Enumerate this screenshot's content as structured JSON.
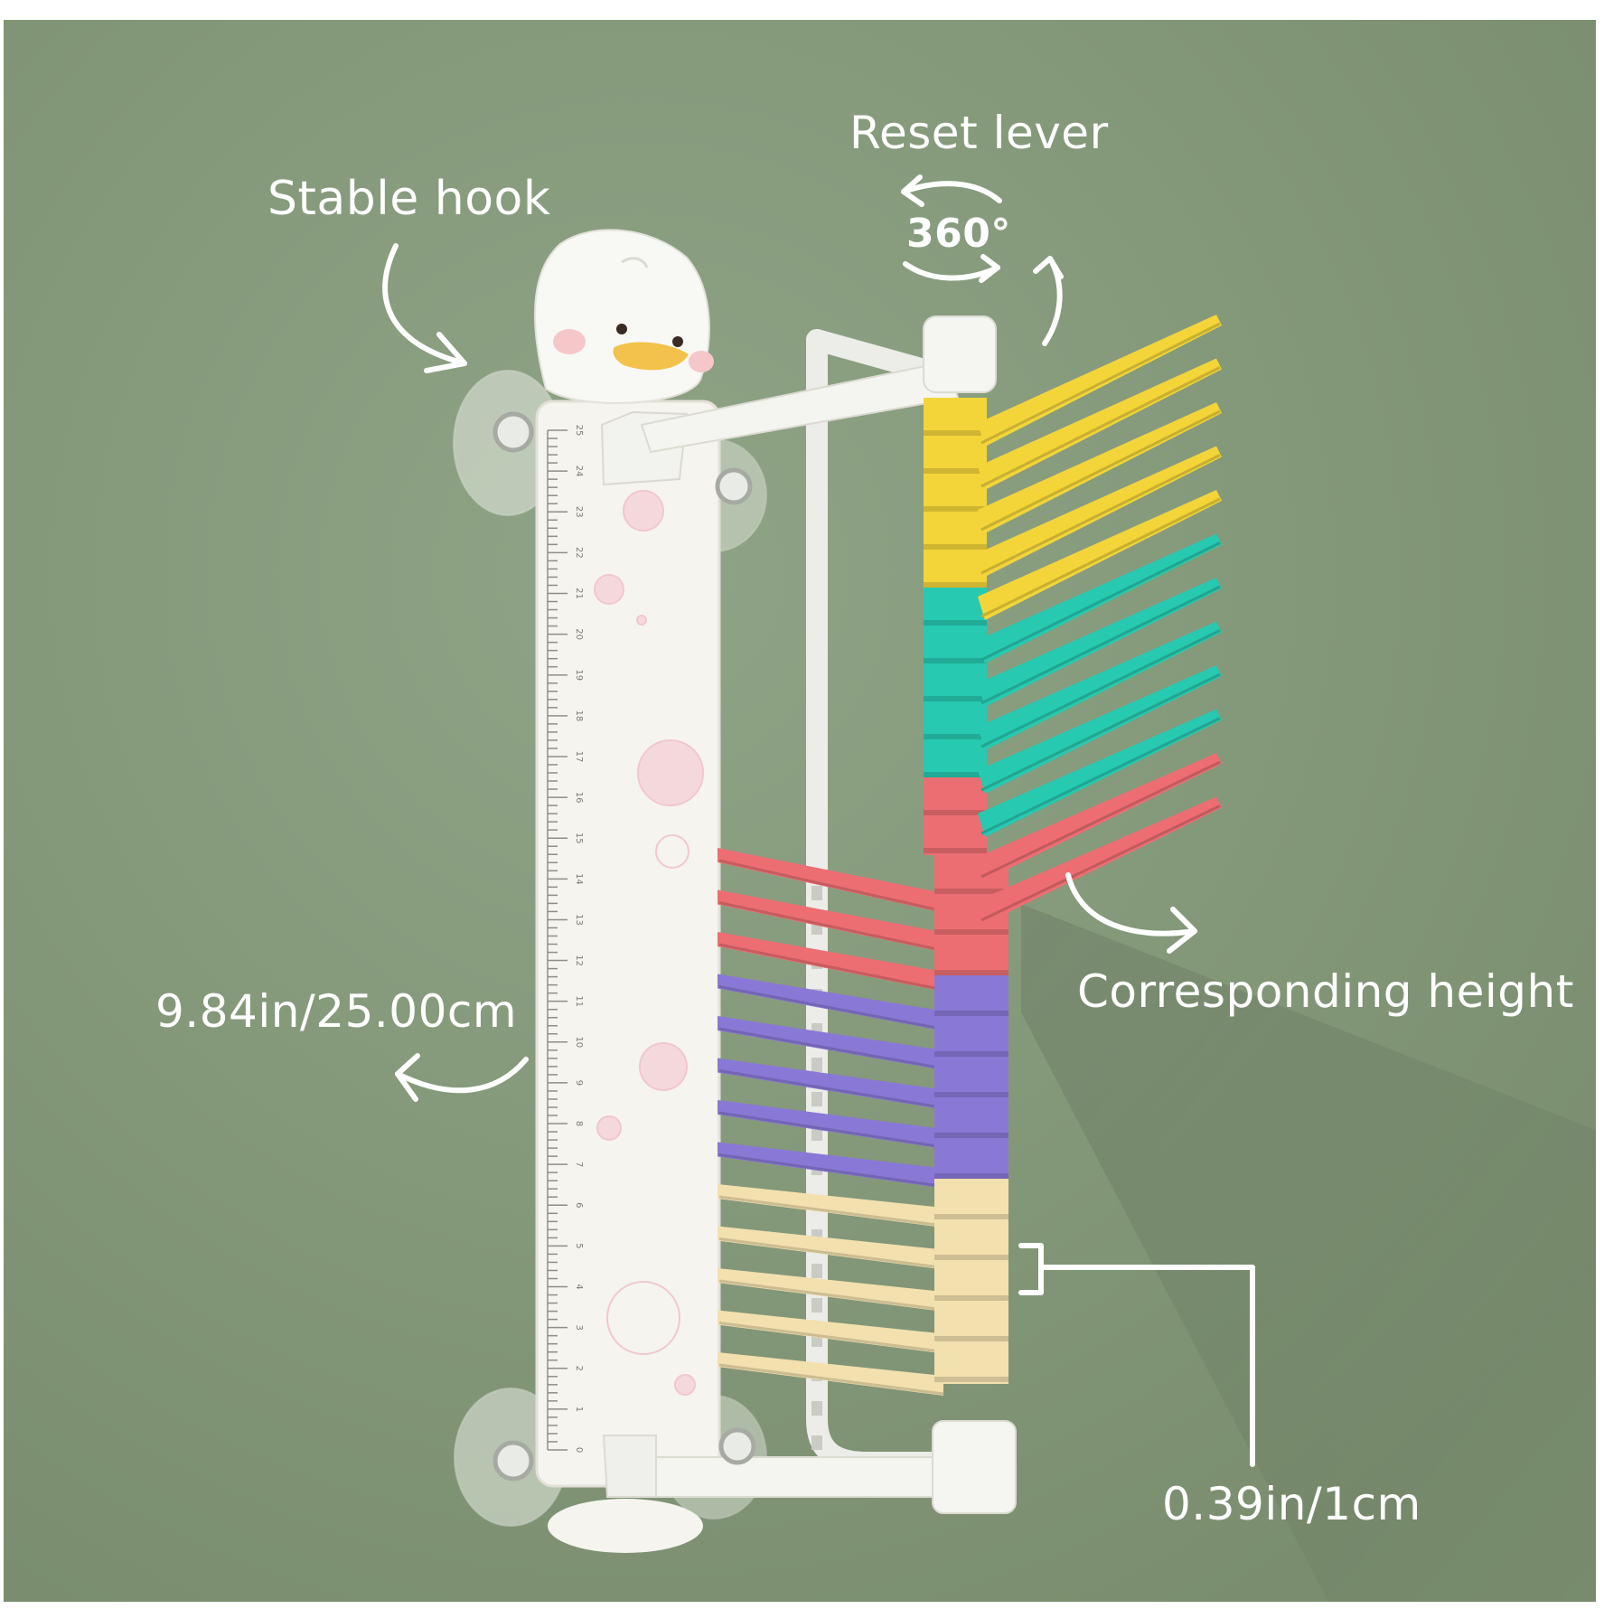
{
  "labels": {
    "stable_hook": "Stable hook",
    "reset_lever": "Reset lever",
    "rotation": "360°",
    "corresponding_height": "Corresponding height",
    "ruler_height": "9.84in/25.00cm",
    "step": "0.39in/1cm"
  },
  "ruler_ticks": [
    "25",
    "24",
    "23",
    "22",
    "21",
    "20",
    "19",
    "18",
    "17",
    "16",
    "15",
    "14",
    "13",
    "12",
    "11",
    "10",
    "9",
    "8",
    "7",
    "6",
    "5",
    "4",
    "3",
    "2",
    "1",
    "0"
  ],
  "colors": {
    "background": "#85997a",
    "yellow": "#f3d53a",
    "teal": "#27c9b0",
    "coral": "#ec6e72",
    "purple": "#8a78d6",
    "cream": "#f2e0ae",
    "ruler": "#f5f4ef",
    "white_part": "#f7f7f4"
  },
  "right_arms": [
    "yellow",
    "yellow",
    "yellow",
    "yellow",
    "yellow",
    "teal",
    "teal",
    "teal",
    "teal",
    "teal",
    "coral",
    "coral"
  ],
  "left_arms": [
    "coral",
    "coral",
    "coral",
    "purple",
    "purple",
    "purple",
    "purple",
    "purple",
    "cream",
    "cream",
    "cream",
    "cream",
    "cream"
  ]
}
